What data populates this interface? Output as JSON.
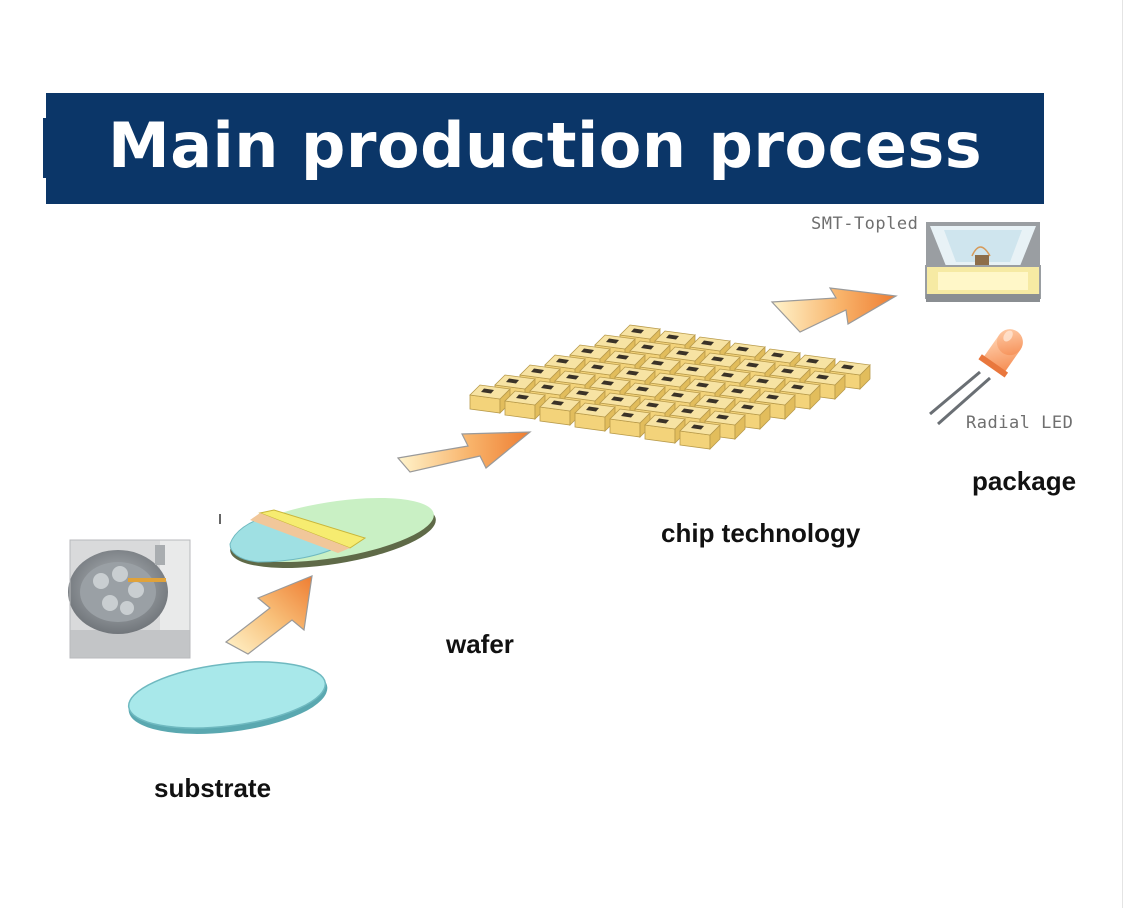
{
  "title": "Main production process",
  "stages": {
    "substrate": "substrate",
    "wafer": "wafer",
    "chip": "chip technology",
    "package": "package"
  },
  "package_types": {
    "smt": "SMT-Topled",
    "radial": "Radial LED"
  },
  "colors": {
    "title_bar": "#0b3668",
    "title_text": "#ffffff",
    "substrate_disc": "#a8e8ea",
    "wafer_disc": "#c9f0c4",
    "wafer_stripe": "#f6ec70",
    "chip_die": "#f3d98a",
    "arrow_light": "#fff3c9",
    "arrow_dark": "#f08a3a"
  }
}
